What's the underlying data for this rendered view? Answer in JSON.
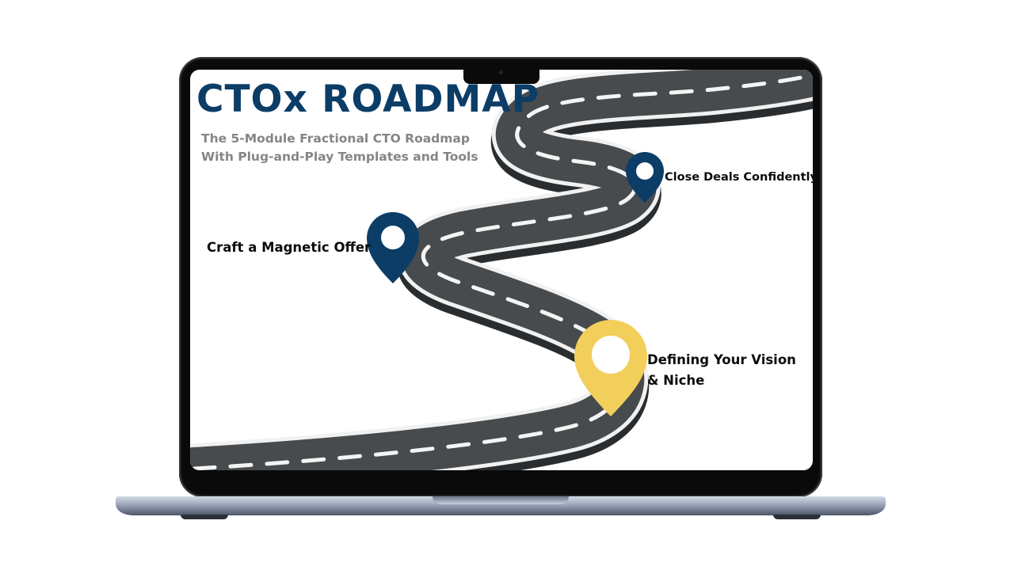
{
  "header": {
    "title": "CTOx ROADMAP",
    "subtitle_line1": "The 5-Module Fractional CTO Roadmap",
    "subtitle_line2": "With Plug-and-Play Templates and Tools"
  },
  "milestones": [
    {
      "label": "Craft a Magnetic Offer",
      "pin_color": "#0b3d66"
    },
    {
      "label": "Close Deals Confidently",
      "pin_color": "#0b3d66"
    },
    {
      "label_line1": "Defining Your Vision",
      "label_line2": "& Niche",
      "pin_color": "#f2cf5b"
    }
  ],
  "colors": {
    "title": "#0b3d66",
    "subtitle": "#858585",
    "road": "#474b4d",
    "road_edge": "#f2f2f2"
  }
}
